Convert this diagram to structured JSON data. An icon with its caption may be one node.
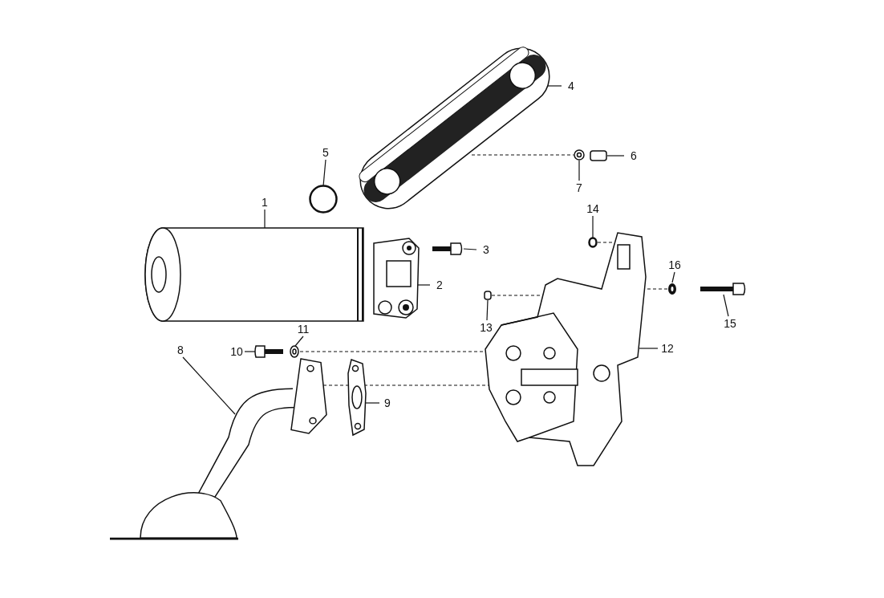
{
  "diagram": {
    "nodes": [
      {
        "text": [
          "1"
        ]
      },
      {
        "text": [
          "2"
        ]
      },
      {
        "text": [
          "3"
        ]
      },
      {
        "text": [
          "4"
        ]
      },
      {
        "text": [
          "5"
        ]
      },
      {
        "text": [
          "6"
        ]
      },
      {
        "text": [
          "7"
        ]
      },
      {
        "text": [
          "8"
        ]
      },
      {
        "text": [
          "9"
        ]
      },
      {
        "text": [
          "10"
        ]
      },
      {
        "text": [
          "11"
        ]
      },
      {
        "text": [
          "12"
        ]
      },
      {
        "text": [
          "13"
        ]
      },
      {
        "text": [
          "14"
        ]
      },
      {
        "text": [
          "15"
        ]
      },
      {
        "text": [
          "16"
        ]
      },
      {
        "text": [],
        "shape": "picture"
      },
      {
        "text": [],
        "shape": "picture"
      },
      {
        "text": [],
        "shape": "picture"
      },
      {
        "text": [],
        "shape": "picture"
      },
      {
        "text": [],
        "shape": "circle"
      },
      {
        "text": [],
        "shape": "box"
      },
      {
        "text": [],
        "shape": "picture"
      },
      {
        "text": [],
        "shape": "picture"
      },
      {
        "text": [],
        "shape": "picture"
      },
      {
        "text": [],
        "shape": "picture"
      },
      {
        "text": [],
        "shape": "picture"
      },
      {
        "text": [],
        "shape": "picture"
      },
      {
        "text": [],
        "shape": "box"
      },
      {
        "text": [],
        "shape": "circle"
      },
      {
        "text": [],
        "shape": "picture"
      },
      {
        "text": [],
        "shape": "picture"
      }
    ],
    "edges": [
      {
        "from": 0,
        "to": 16,
        "arrow": "none"
      },
      {
        "from": 1,
        "to": 17,
        "arrow": "none"
      },
      {
        "from": 2,
        "to": 18,
        "arrow": "none"
      },
      {
        "from": 3,
        "to": 19,
        "arrow": "none"
      },
      {
        "from": 4,
        "to": 20,
        "arrow": "none"
      },
      {
        "from": 5,
        "to": 21,
        "arrow": "none"
      },
      {
        "from": 6,
        "to": 22,
        "arrow": "none"
      },
      {
        "from": 7,
        "to": 23,
        "arrow": "none"
      },
      {
        "from": 8,
        "to": 24,
        "arrow": "none"
      },
      {
        "from": 9,
        "to": 25,
        "arrow": "none"
      },
      {
        "from": 10,
        "to": 26,
        "arrow": "none"
      },
      {
        "from": 11,
        "to": 27,
        "arrow": "none"
      },
      {
        "from": 12,
        "to": 28,
        "arrow": "none"
      },
      {
        "from": 13,
        "to": 29,
        "arrow": "none"
      },
      {
        "from": 14,
        "to": 30,
        "arrow": "none"
      },
      {
        "from": 15,
        "to": 31,
        "arrow": "none"
      },
      {
        "from": 19,
        "to": 22,
        "arrow": "none",
        "style": "dashed"
      },
      {
        "from": 26,
        "to": 27,
        "arrow": "none",
        "style": "dashed"
      },
      {
        "from": 23,
        "to": 24,
        "arrow": "none",
        "style": "dashed"
      },
      {
        "from": 24,
        "to": 27,
        "arrow": "none",
        "style": "dashed"
      },
      {
        "from": 28,
        "to": 27,
        "arrow": "none",
        "style": "dashed"
      },
      {
        "from": 29,
        "to": 27,
        "arrow": "none",
        "style": "dashed"
      },
      {
        "from": 31,
        "to": 27,
        "arrow": "none",
        "style": "dashed"
      }
    ]
  }
}
